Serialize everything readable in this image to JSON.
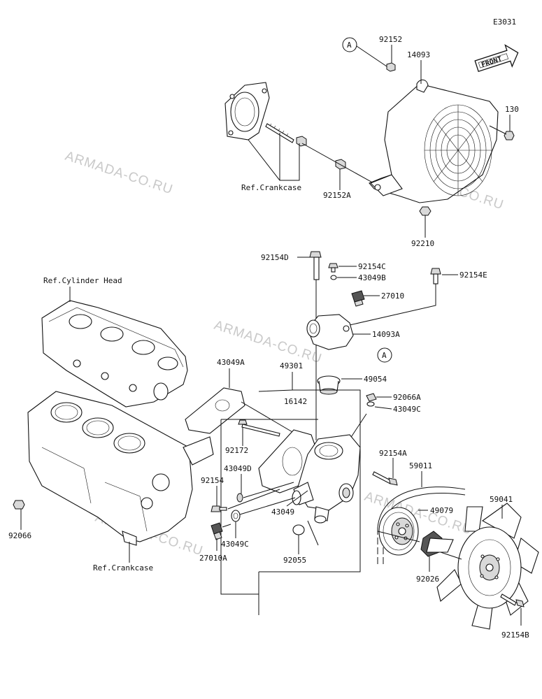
{
  "diagram_code": "E3031",
  "front_label": "FRONT",
  "watermarks": [
    "ARMADA-CO.RU",
    "ARMADA-CO.RU",
    "ARMADA-CO.RU",
    "ARMADA-CO.RU",
    "ARMADA-CO.RU"
  ],
  "callouts": {
    "A": "A",
    "A2": "A"
  },
  "parts": {
    "p92152": "92152",
    "p14093": "14093",
    "p130": "130",
    "p92152A": "92152A",
    "p92210": "92210",
    "refCrankcaseTop": "Ref.Crankcase",
    "p92154D": "92154D",
    "p92154C": "92154C",
    "p43049B": "43049B",
    "p92154E": "92154E",
    "p27010": "27010",
    "p14093A": "14093A",
    "refCylinderHead": "Ref.Cylinder Head",
    "p43049A": "43049A",
    "p49301": "49301",
    "p49054": "49054",
    "p16142": "16142",
    "p92066A": "92066A",
    "p43049C": "43049C",
    "p92172": "92172",
    "p92154A": "92154A",
    "p43049D": "43049D",
    "p92154": "92154",
    "p59011": "59011",
    "p59041": "59041",
    "p43049": "43049",
    "p49079": "49079",
    "p92066": "92066",
    "p27010A": "27010A",
    "p43049C2": "43049C",
    "p92055": "92055",
    "p92026": "92026",
    "refCrankcaseBottom": "Ref.Crankcase",
    "p92154B": "92154B"
  }
}
